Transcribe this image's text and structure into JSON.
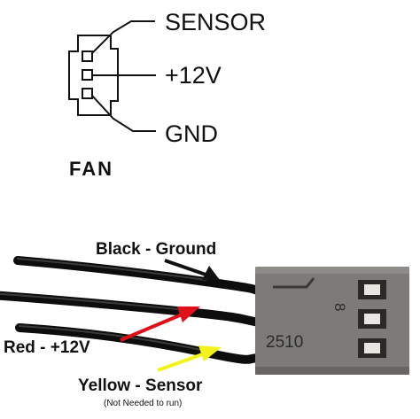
{
  "schematic": {
    "pins": [
      {
        "label": "SENSOR"
      },
      {
        "label": "+12V"
      },
      {
        "label": "GND"
      }
    ],
    "connector_label": "FAN"
  },
  "photo": {
    "wires": [
      {
        "label": "Black - Ground",
        "color": "#111111",
        "arrow_color": "#111111"
      },
      {
        "label": "Red - +12V",
        "color": "#111111",
        "arrow_color": "#e0101b"
      },
      {
        "label": "Yellow - Sensor",
        "color": "#111111",
        "arrow_color": "#f3f31a",
        "note": "(Not Needed to run)"
      }
    ],
    "connector": {
      "color": "#7d7b78",
      "part_number": "2510",
      "pin_marking": "8"
    }
  }
}
